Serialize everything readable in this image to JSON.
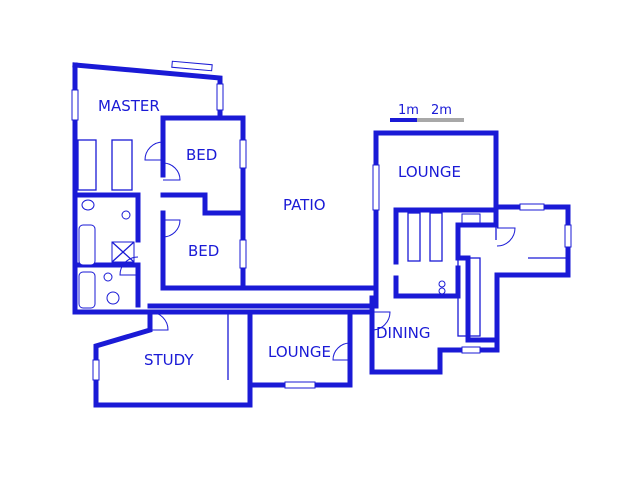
{
  "rooms": {
    "master": "MASTER",
    "bed1": "BED",
    "bed2": "BED",
    "patio": "PATIO",
    "lounge_right": "LOUNGE",
    "study": "STUDY",
    "lounge_bottom": "LOUNGE",
    "dining": "DINING"
  },
  "scale": {
    "label_1m": "1m",
    "label_2m": "2m"
  },
  "colors": {
    "wall": "#1a1ad6",
    "scale_secondary": "#a8a8a8",
    "background": "#ffffff"
  }
}
